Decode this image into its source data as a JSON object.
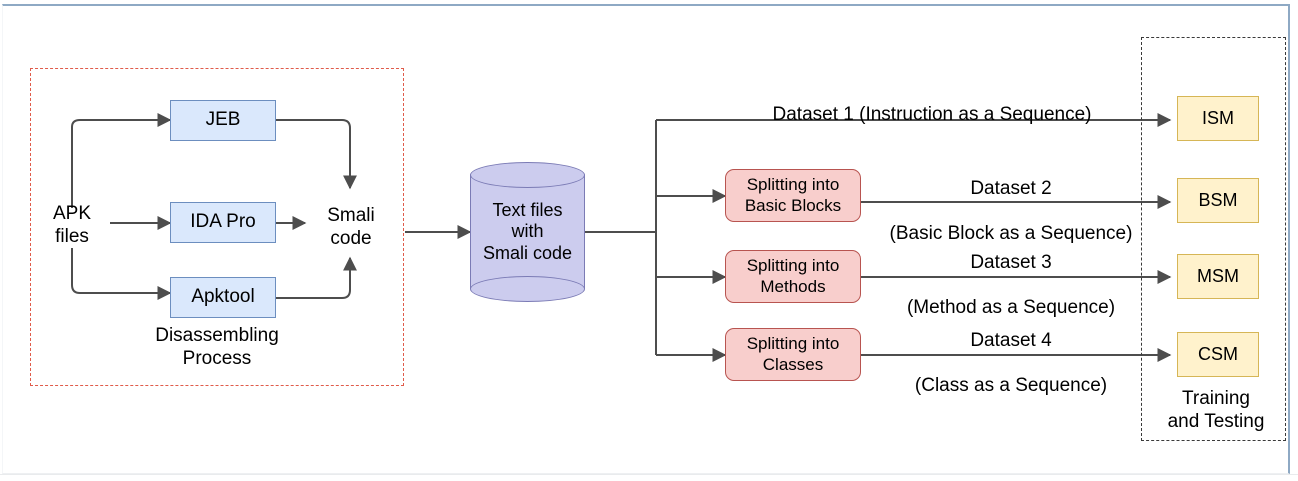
{
  "diagram": {
    "title": "Android malware analysis pipeline",
    "colors": {
      "blue_fill": "#dae8fc",
      "blue_stroke": "#6c8ebf",
      "pink_fill": "#f8cecc",
      "pink_stroke": "#b85450",
      "yellow_fill": "#fff2cc",
      "yellow_stroke": "#d6b656",
      "cylinder_fill": "#ccccee",
      "cylinder_stroke": "#7b7bb5",
      "red_dashed": "#e05b4a",
      "dark_dashed": "#3a3a3a",
      "wire": "#4d4d4d",
      "page_frame": "#8ea9c4"
    },
    "input": {
      "label": "APK\nfiles"
    },
    "disassembling": {
      "group_label": "Disassembling\nProcess",
      "tools": [
        {
          "label": "JEB"
        },
        {
          "label": "IDA Pro"
        },
        {
          "label": "Apktool"
        }
      ],
      "output_label": "Smali\ncode"
    },
    "storage": {
      "label": "Text files\nwith\nSmali code"
    },
    "splitters": [
      {
        "label": "Splitting into\nBasic Blocks"
      },
      {
        "label": "Splitting into\nMethods"
      },
      {
        "label": "Splitting into\nClasses"
      }
    ],
    "dataset_labels": [
      {
        "line1": "Dataset 1 (Instruction as a Sequence)",
        "line2": ""
      },
      {
        "line1": "Dataset 2",
        "line2": "(Basic Block as a Sequence)"
      },
      {
        "line1": "Dataset 3",
        "line2": "(Method as a Sequence)"
      },
      {
        "line1": "Dataset 4",
        "line2": "(Class as a Sequence)"
      }
    ],
    "models": [
      {
        "label": "ISM"
      },
      {
        "label": "BSM"
      },
      {
        "label": "MSM"
      },
      {
        "label": "CSM"
      }
    ],
    "training": {
      "group_label": "Training\nand Testing"
    }
  }
}
